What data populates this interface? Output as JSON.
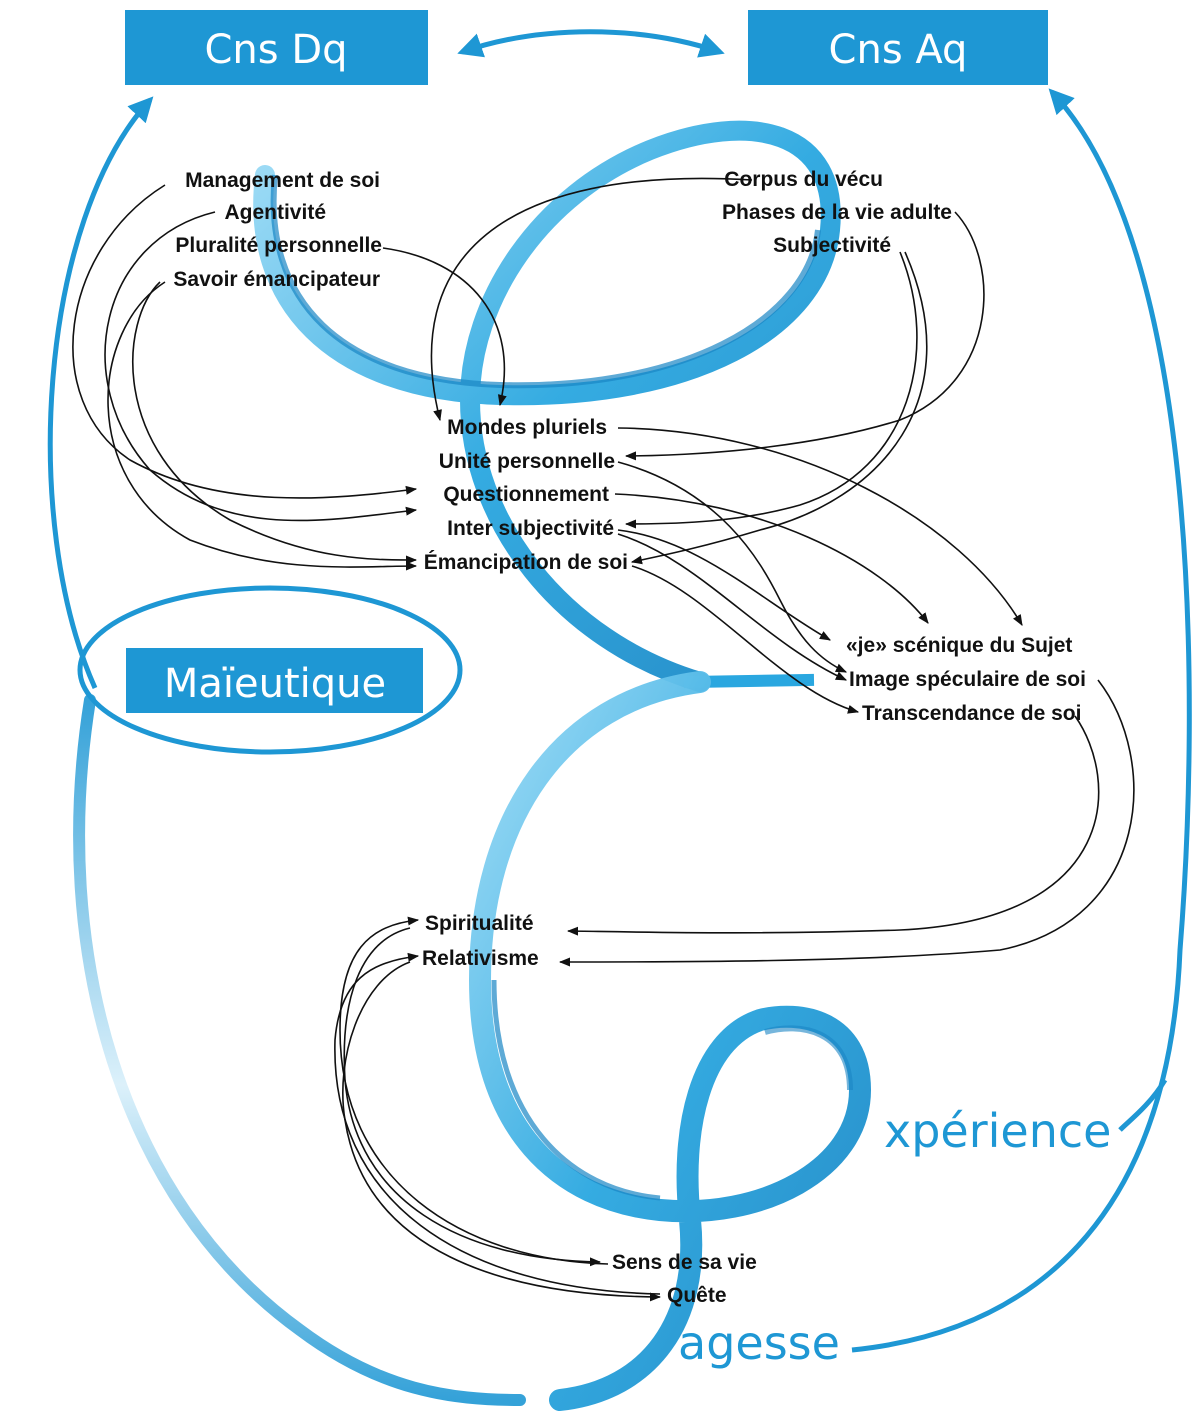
{
  "colors": {
    "accent": "#1e97d4",
    "ribbon_light": "#7ed0f2",
    "ribbon_dark": "#1a86c4",
    "text": "#111111"
  },
  "boxes": {
    "cns_dq": "Cns Dq",
    "cns_aq": "Cns Aq",
    "maieutique": "Maïeutique"
  },
  "words": {
    "experience": "xpérience",
    "sagesse": "agesse"
  },
  "terms": {
    "left_group": [
      "Management de soi",
      "Agentivité",
      "Pluralité personnelle",
      "Savoir émancipateur"
    ],
    "right_group": [
      "Corpus du vécu",
      "Phases de la vie adulte",
      "Subjectivité"
    ],
    "center_group": [
      "Mondes pluriels",
      "Unité personnelle",
      "Questionnement",
      "Inter subjectivité",
      "Émancipation de soi"
    ],
    "sujet_group": [
      "«je» scénique du Sujet",
      "Image spéculaire de soi",
      "Transcendance de soi"
    ],
    "spirit_group": [
      "Spiritualité",
      "Relativisme"
    ],
    "sens_group": [
      "Sens de sa vie",
      "Quête"
    ]
  }
}
